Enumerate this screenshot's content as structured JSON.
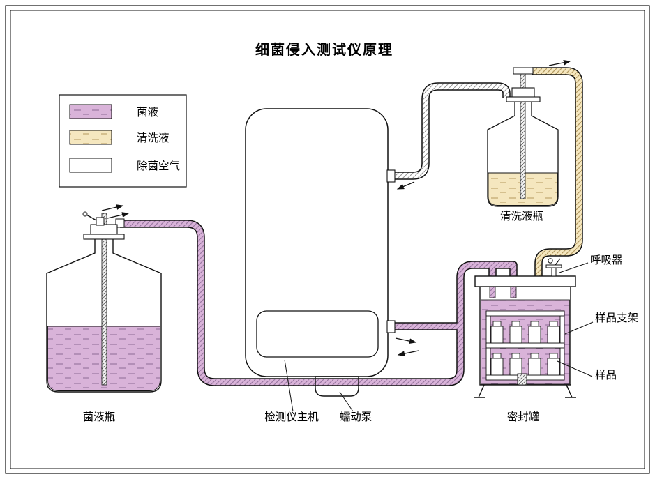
{
  "title": "细菌侵入测试仪原理",
  "colors": {
    "bacteria": "#d9b3d9",
    "cleaning": "#f5e7bf",
    "air": "#ffffff",
    "line": "#111111"
  },
  "legend": {
    "items": [
      {
        "label": "菌液",
        "key": "bacteria"
      },
      {
        "label": "清洗液",
        "key": "cleaning"
      },
      {
        "label": "除菌空气",
        "key": "air"
      }
    ]
  },
  "labels": {
    "bacteria_bottle": "菌液瓶",
    "cleaning_bottle": "清洗液瓶",
    "main_unit": "检测仪主机",
    "pump": "蠕动泵",
    "sealed_tank": "密封罐",
    "breather": "呼吸器",
    "sample_rack": "样品支架",
    "sample": "样品"
  }
}
